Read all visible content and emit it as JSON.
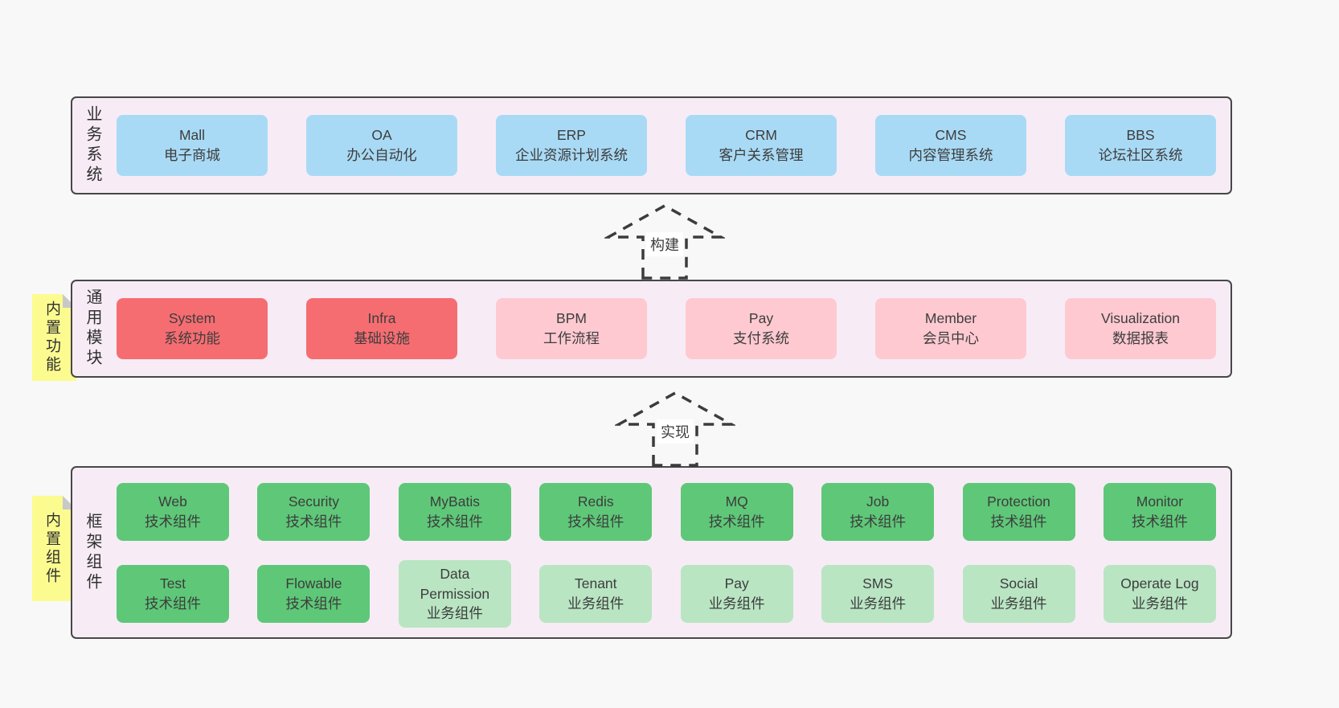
{
  "colors": {
    "page_bg": "#f8f8f8",
    "panel_bg": "#f7ecf5",
    "panel_border": "#474747",
    "blue": "#a9daf5",
    "red": "#f66d71",
    "pink": "#fec9d1",
    "green": "#5ec878",
    "lightgreen": "#b9e5c3",
    "note": "#fbfb90",
    "text": "#3d3d3d"
  },
  "business": {
    "label": "业务系统",
    "boxes": [
      {
        "name": "Mall",
        "desc": "电子商城",
        "type": "blue"
      },
      {
        "name": "OA",
        "desc": "办公自动化",
        "type": "blue"
      },
      {
        "name": "ERP",
        "desc": "企业资源计划系统",
        "type": "blue"
      },
      {
        "name": "CRM",
        "desc": "客户关系管理",
        "type": "blue"
      },
      {
        "name": "CMS",
        "desc": "内容管理系统",
        "type": "blue"
      },
      {
        "name": "BBS",
        "desc": "论坛社区系统",
        "type": "blue"
      }
    ]
  },
  "build_arrow": {
    "label": "构建"
  },
  "modules": {
    "label": "通用模块",
    "note": "内置功能",
    "boxes": [
      {
        "name": "System",
        "desc": "系统功能",
        "type": "red"
      },
      {
        "name": "Infra",
        "desc": "基础设施",
        "type": "red"
      },
      {
        "name": "BPM",
        "desc": "工作流程",
        "type": "pink"
      },
      {
        "name": "Pay",
        "desc": "支付系统",
        "type": "pink"
      },
      {
        "name": "Member",
        "desc": "会员中心",
        "type": "pink"
      },
      {
        "name": "Visualization",
        "desc": "数据报表",
        "type": "pink"
      }
    ]
  },
  "implement_arrow": {
    "label": "实现"
  },
  "components": {
    "label": "框架组件",
    "note": "内置组件",
    "row1": [
      {
        "name": "Web",
        "desc": "技术组件",
        "type": "green"
      },
      {
        "name": "Security",
        "desc": "技术组件",
        "type": "green"
      },
      {
        "name": "MyBatis",
        "desc": "技术组件",
        "type": "green"
      },
      {
        "name": "Redis",
        "desc": "技术组件",
        "type": "green"
      },
      {
        "name": "MQ",
        "desc": "技术组件",
        "type": "green"
      },
      {
        "name": "Job",
        "desc": "技术组件",
        "type": "green"
      },
      {
        "name": "Protection",
        "desc": "技术组件",
        "type": "green"
      },
      {
        "name": "Monitor",
        "desc": "技术组件",
        "type": "green"
      }
    ],
    "row2": [
      {
        "name": "Test",
        "desc": "技术组件",
        "type": "green"
      },
      {
        "name": "Flowable",
        "desc": "技术组件",
        "type": "green"
      },
      {
        "name": "Data Permission",
        "desc": "业务组件",
        "type": "lightgreen"
      },
      {
        "name": "Tenant",
        "desc": "业务组件",
        "type": "lightgreen"
      },
      {
        "name": "Pay",
        "desc": "业务组件",
        "type": "lightgreen"
      },
      {
        "name": "SMS",
        "desc": "业务组件",
        "type": "lightgreen"
      },
      {
        "name": "Social",
        "desc": "业务组件",
        "type": "lightgreen"
      },
      {
        "name": "Operate Log",
        "desc": "业务组件",
        "type": "lightgreen"
      }
    ]
  }
}
